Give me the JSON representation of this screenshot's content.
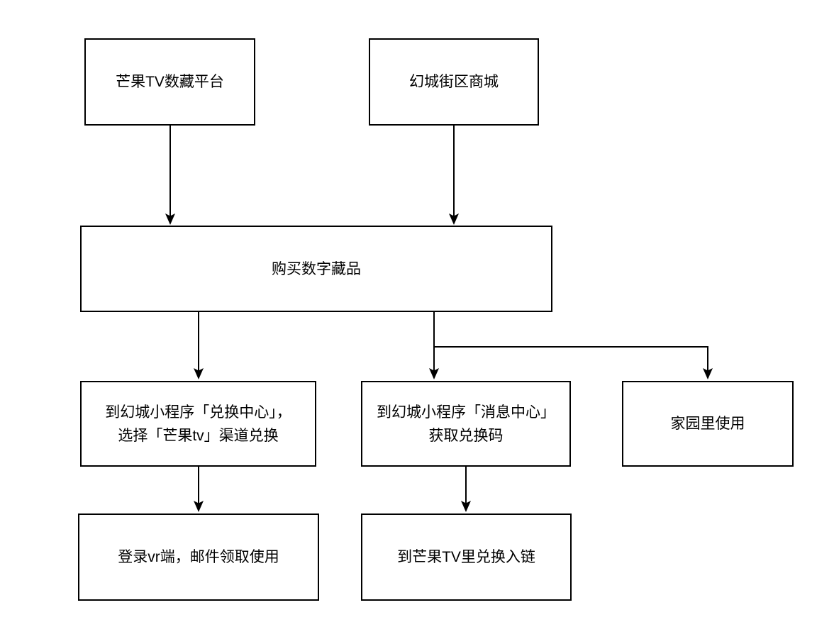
{
  "diagram": {
    "background_color": "#ffffff",
    "stroke_color": "#000000",
    "text_color": "#000000",
    "nodes": {
      "mgtv_platform": {
        "label": "芒果TV数藏平台"
      },
      "huancheng_mall": {
        "label": "幻城街区商城"
      },
      "buy_collectible": {
        "label": "购买数字藏品"
      },
      "redeem_center": {
        "label": "到幻城小程序「兑换中心」，\n选择「芒果tv」渠道兑换"
      },
      "message_center": {
        "label": "到幻城小程序「消息中心」\n获取兑换码"
      },
      "home_use": {
        "label": "家园里使用"
      },
      "vr_login": {
        "label": "登录vr端，邮件领取使用"
      },
      "mgtv_redeem": {
        "label": "到芒果TV里兑换入链"
      }
    },
    "edges": [
      {
        "from": "mgtv_platform",
        "to": "buy_collectible"
      },
      {
        "from": "huancheng_mall",
        "to": "buy_collectible"
      },
      {
        "from": "buy_collectible",
        "to": "redeem_center"
      },
      {
        "from": "buy_collectible",
        "to": "message_center"
      },
      {
        "from": "buy_collectible",
        "to": "home_use"
      },
      {
        "from": "redeem_center",
        "to": "vr_login"
      },
      {
        "from": "message_center",
        "to": "mgtv_redeem"
      }
    ]
  }
}
